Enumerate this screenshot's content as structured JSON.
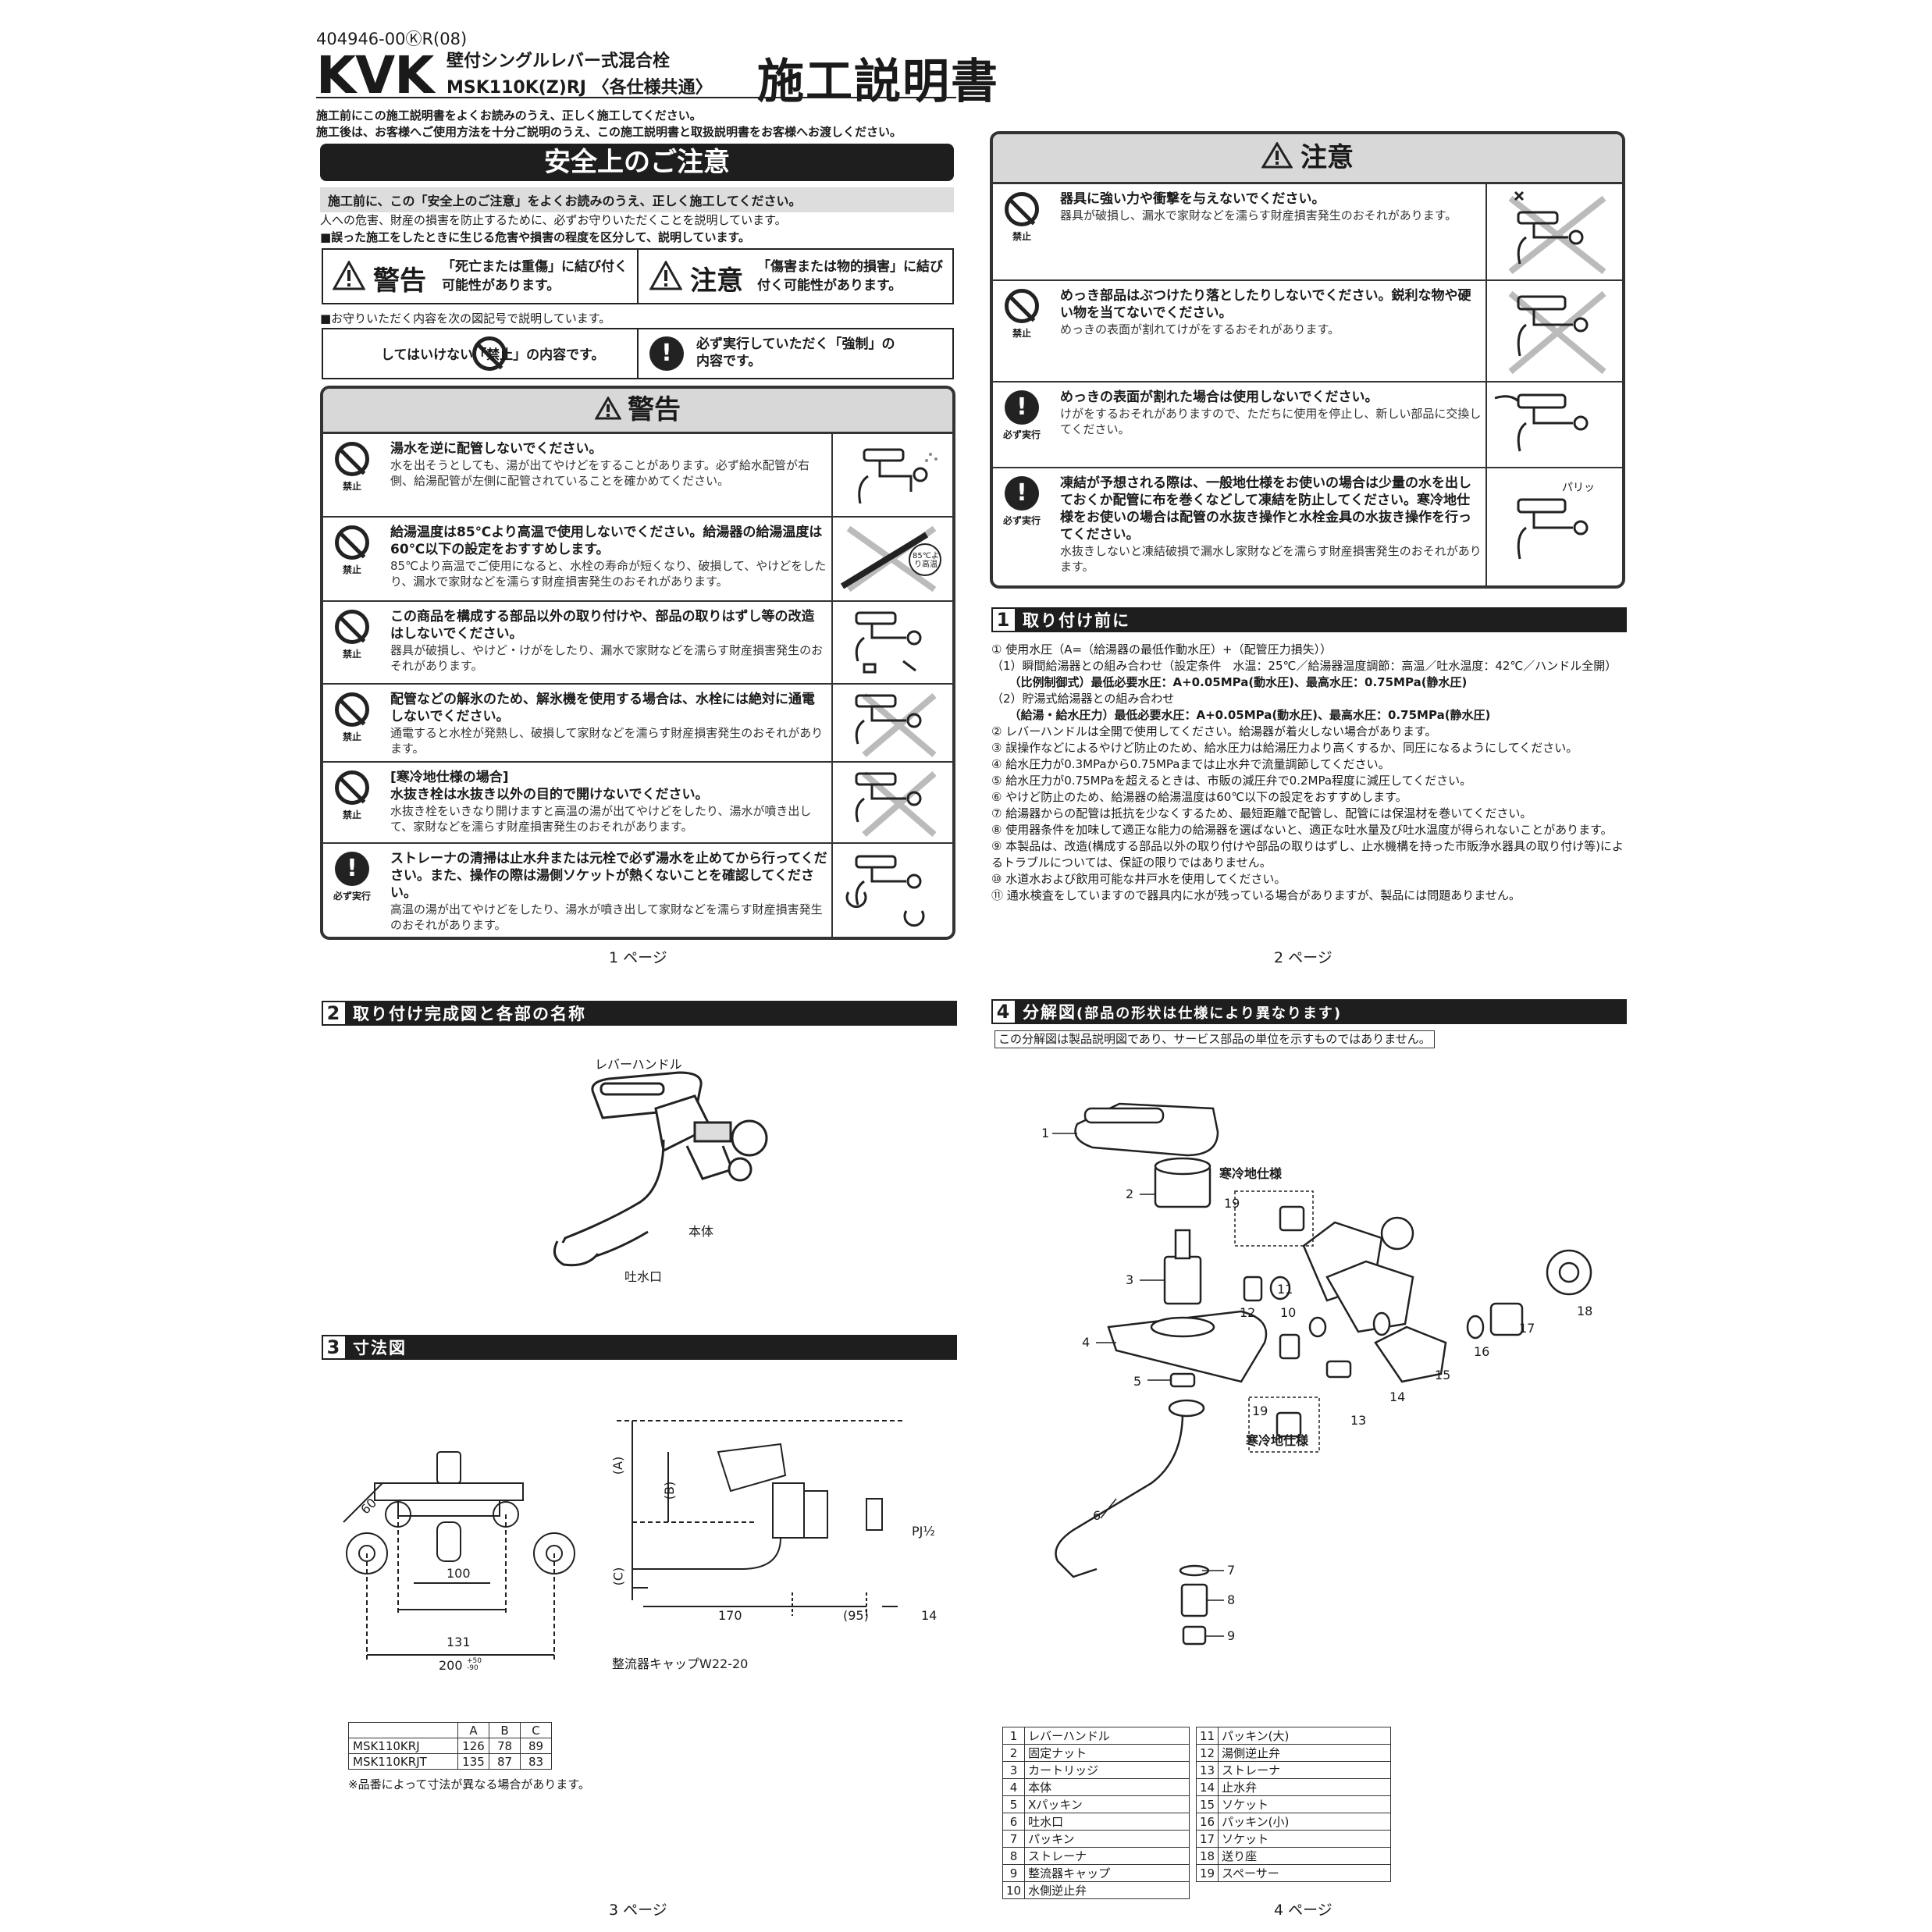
{
  "header": {
    "doc_no": "404946-00ⓀR(08)",
    "logo": "KVK",
    "product_title": "壁付シングルレバー式混合栓",
    "model": "MSK110K(Z)RJ 〈各仕様共通〉",
    "doc_title": "施工説明書",
    "intro": [
      "施工前にこの施工説明書をよくお読みのうえ、正しく施工してください。",
      "施工後は、お客様へご使用方法を十分ご説明のうえ、この施工説明書と取扱説明書をお客様へお渡しください。"
    ]
  },
  "safety": {
    "title": "安全上のご注意",
    "grey_note": "施工前に、この「安全上のご注意」をよくお読みのうえ、正しく施工してください。",
    "line1": "人への危害、財産の損害を防止するために、必ずお守りいただくことを説明しています。",
    "line2": "■誤った施工をしたときに生じる危害や損害の程度を区分して、説明しています。",
    "warn_label": "警告",
    "warn_desc": "「死亡または重傷」に結び付く可能性があります。",
    "caution_label": "注意",
    "caution_desc": "「傷害または物的損害」に結び付く可能性があります。",
    "symbols_note": "■お守りいただく内容を次の図記号で説明しています。",
    "prohibit_desc": "してはいけない「禁止」の内容です。",
    "mandatory_desc": "必ず実行していただく「強制」の内容です。"
  },
  "warning_box": {
    "title": "警告",
    "rows": [
      {
        "icon": "禁止",
        "h": "湯水を逆に配管しないでください。",
        "d": "水を出そうとしても、湯が出てやけどをすることがあります。必ず給水配管が右側、給湯配管が左側に配管されていることを確かめてください。"
      },
      {
        "icon": "禁止",
        "h": "給湯温度は85℃より高温で使用しないでください。給湯器の給湯温度は60℃以下の設定をおすすめします。",
        "d": "85℃より高温でご使用になると、水栓の寿命が短くなり、破損して、やけどをしたり、漏水で家財などを濡らす財産損害発生のおそれがあります。",
        "badge": "85℃より高温"
      },
      {
        "icon": "禁止",
        "h": "この商品を構成する部品以外の取り付けや、部品の取りはずし等の改造はしないでください。",
        "d": "器具が破損し、やけど・けがをしたり、漏水で家財などを濡らす財産損害発生のおそれがあります。"
      },
      {
        "icon": "禁止",
        "h": "配管などの解氷のため、解氷機を使用する場合は、水栓には絶対に通電しないでください。",
        "d": "通電すると水栓が発熱し、破損して家財などを濡らす財産損害発生のおそれがあります。"
      },
      {
        "icon": "禁止",
        "h": "[寒冷地仕様の場合]\n水抜き栓は水抜き以外の目的で開けないでください。",
        "d": "水抜き栓をいきなり開けますと高温の湯が出てやけどをしたり、湯水が噴き出して、家財などを濡らす財産損害発生のおそれがあります。"
      },
      {
        "icon": "必ず実行",
        "h": "ストレーナの清掃は止水弁または元栓で必ず湯水を止めてから行ってください。また、操作の際は湯側ソケットが熱くないことを確認してください。",
        "d": "高温の湯が出てやけどをしたり、湯水が噴き出して家財などを濡らす財産損害発生のおそれがあります。"
      }
    ]
  },
  "caution_box": {
    "title": "注意",
    "rows": [
      {
        "icon": "禁止",
        "h": "器具に強い力や衝撃を与えないでください。",
        "d": "器具が破損し、漏水で家財などを濡らす財産損害発生のおそれがあります。"
      },
      {
        "icon": "禁止",
        "h": "めっき部品はぶつけたり落としたりしないでください。鋭利な物や硬い物を当てないでください。",
        "d": "めっきの表面が割れてけがをするおそれがあります。"
      },
      {
        "icon": "必ず実行",
        "h": "めっきの表面が割れた場合は使用しないでください。",
        "d": "けがをするおそれがありますので、ただちに使用を停止し、新しい部品に交換してください。"
      },
      {
        "icon": "必ず実行",
        "h": "凍結が予想される際は、一般地仕様をお使いの場合は少量の水を出しておくか配管に布を巻くなどして凍結を防止してください。寒冷地仕様をお使いの場合は配管の水抜き操作と水栓金具の水抜き操作を行ってください。",
        "d": "水抜きしないと凍結破損で漏水し家財などを濡らす財産損害発生のおそれがあります。",
        "sfx": "パリッ"
      }
    ]
  },
  "section1": {
    "num": "1",
    "title": "取り付け前に",
    "items": [
      "① 使用水圧（A=（給湯器の最低作動水圧）+（配管圧力損失））",
      "（1）瞬間給湯器との組み合わせ（設定条件　水温：25℃／給湯器温度調節：高温／吐水温度：42℃／ハンドル全開）",
      "　　（比例制御式）最低必要水圧：A+0.05MPa(動水圧)、最高水圧：0.75MPa(静水圧)",
      "（2）貯湯式給湯器との組み合わせ",
      "　　（給湯・給水圧力）最低必要水圧：A+0.05MPa(動水圧)、最高水圧：0.75MPa(静水圧)",
      "② レバーハンドルは全開で使用してください。給湯器が着火しない場合があります。",
      "③ 誤操作などによるやけど防止のため、給水圧力は給湯圧力より高くするか、同圧になるようにしてください。",
      "④ 給水圧力が0.3MPaから0.75MPaまでは止水弁で流量調節してください。",
      "⑤ 給水圧力が0.75MPaを超えるときは、市販の減圧弁で0.2MPa程度に減圧してください。",
      "⑥ やけど防止のため、給湯器の給湯温度は60℃以下の設定をおすすめします。",
      "⑦ 給湯器からの配管は抵抗を少なくするため、最短距離で配管し、配管には保温材を巻いてください。",
      "⑧ 使用器条件を加味して適正な能力の給湯器を選ばないと、適正な吐水量及び吐水温度が得られないことがあります。",
      "⑨ 本製品は、改造(構成する部品以外の取り付けや部品の取りはずし、止水機構を持った市販浄水器具の取り付け等)によるトラブルについては、保証の限りではありません。",
      "⑩ 水道水および飲用可能な井戸水を使用してください。",
      "⑪ 通水検査をしていますので器具内に水が残っている場合がありますが、製品には問題ありません。"
    ]
  },
  "section2": {
    "num": "2",
    "title": "取り付け完成図と各部の名称",
    "labels": {
      "lever": "レバーハンドル",
      "body": "本体",
      "spout": "吐水口"
    }
  },
  "section3": {
    "num": "3",
    "title": "寸法図",
    "dims": {
      "d60": "60",
      "d100": "100",
      "d131": "131",
      "d200": "200",
      "d200tol": "+50 -90",
      "dA": "(A)",
      "dB": "(B)",
      "dC": "(C)",
      "d170": "170",
      "d95": "(95)",
      "d14": "14",
      "pj": "PJ½",
      "cap": "整流器キャップW22-20"
    },
    "table": {
      "headers": [
        "",
        "A",
        "B",
        "C"
      ],
      "rows": [
        [
          "MSK110KRJ",
          "126",
          "78",
          "89"
        ],
        [
          "MSK110KRJT",
          "135",
          "87",
          "83"
        ]
      ]
    },
    "note": "※品番によって寸法が異なる場合があります。"
  },
  "section4": {
    "num": "4",
    "title": "分解図",
    "title_sub": "(部品の形状は仕様により異なります)",
    "note": "この分解図は製品説明図であり、サービス部品の単位を示すものではありません。",
    "cold_label": "寒冷地仕様",
    "parts_left": [
      [
        "1",
        "レバーハンドル"
      ],
      [
        "2",
        "固定ナット"
      ],
      [
        "3",
        "カートリッジ"
      ],
      [
        "4",
        "本体"
      ],
      [
        "5",
        "Xパッキン"
      ],
      [
        "6",
        "吐水口"
      ],
      [
        "7",
        "パッキン"
      ],
      [
        "8",
        "ストレーナ"
      ],
      [
        "9",
        "整流器キャップ"
      ],
      [
        "10",
        "水側逆止弁"
      ]
    ],
    "parts_right": [
      [
        "11",
        "パッキン(大)"
      ],
      [
        "12",
        "湯側逆止弁"
      ],
      [
        "13",
        "ストレーナ"
      ],
      [
        "14",
        "止水弁"
      ],
      [
        "15",
        "ソケット"
      ],
      [
        "16",
        "パッキン(小)"
      ],
      [
        "17",
        "ソケット"
      ],
      [
        "18",
        "送り座"
      ],
      [
        "19",
        "スペーサー"
      ]
    ]
  },
  "pages": {
    "p1": "1 ページ",
    "p2": "2 ページ",
    "p3": "3 ページ",
    "p4": "4 ページ"
  },
  "colors": {
    "bar": "#1e1e1e",
    "grey": "#d8d8d8"
  }
}
